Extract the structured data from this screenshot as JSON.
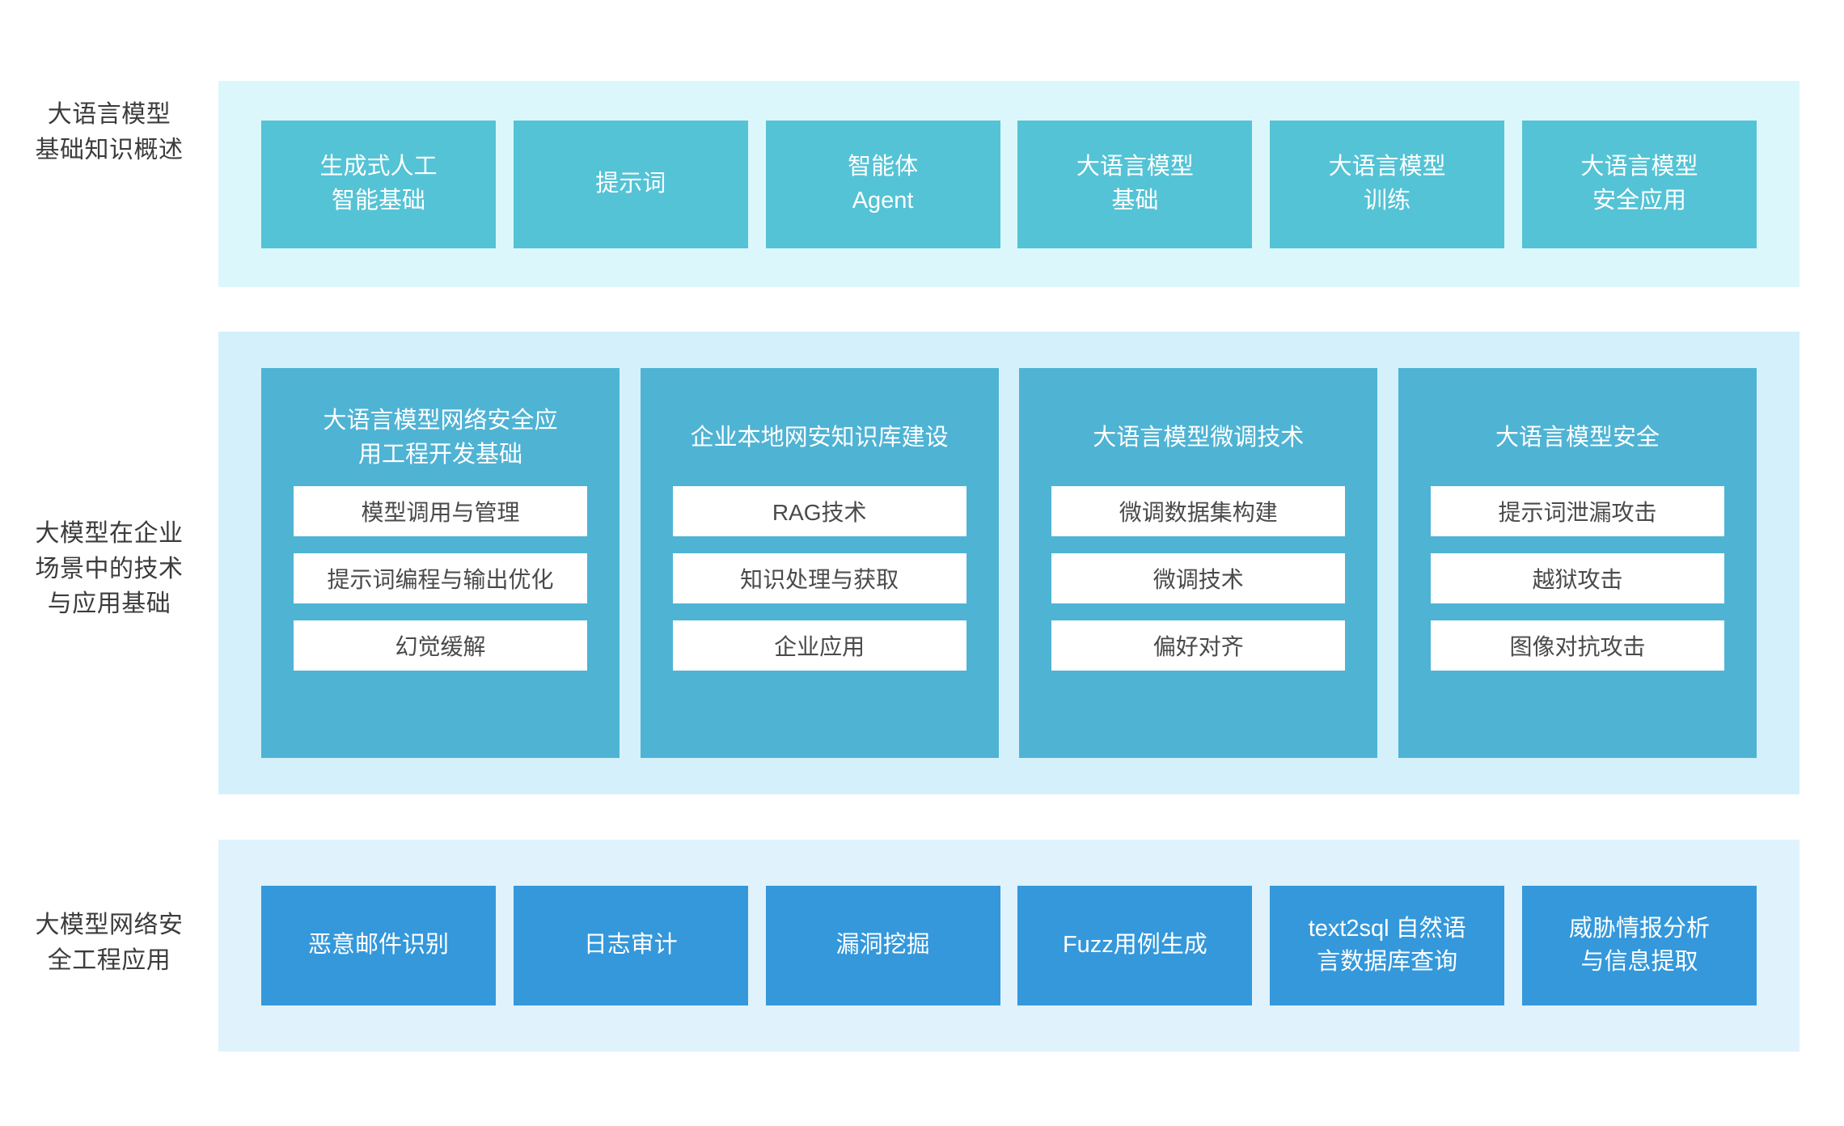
{
  "colors": {
    "band1_bg": "#dcf7fb",
    "band2_bg": "#d4f1fb",
    "band3_bg": "#e0f2fc",
    "top_card": "#54c3d5",
    "pillar": "#4fb3d4",
    "app_card": "#3498db",
    "sub_item": "#ffffff",
    "label_text": "#3c3c3c"
  },
  "rows": [
    {
      "label": "大语言模型\n基础知识概述",
      "cards": [
        {
          "text": "生成式人工\n智能基础"
        },
        {
          "text": "提示词"
        },
        {
          "text": "智能体\nAgent"
        },
        {
          "text": "大语言模型\n基础"
        },
        {
          "text": "大语言模型\n训练"
        },
        {
          "text": "大语言模型\n安全应用"
        }
      ]
    },
    {
      "label": "大模型在企业\n场景中的技术\n与应用基础",
      "pillars": [
        {
          "title": "大语言模型网络安全应\n用工程开发基础",
          "items": [
            "模型调用与管理",
            "提示词编程与输出优化",
            "幻觉缓解"
          ]
        },
        {
          "title": "企业本地网安知识库建设",
          "items": [
            "RAG技术",
            "知识处理与获取",
            "企业应用"
          ]
        },
        {
          "title": "大语言模型微调技术",
          "items": [
            "微调数据集构建",
            "微调技术",
            "偏好对齐"
          ]
        },
        {
          "title": "大语言模型安全",
          "items": [
            "提示词泄漏攻击",
            "越狱攻击",
            "图像对抗攻击"
          ]
        }
      ]
    },
    {
      "label": "大模型网络安\n全工程应用",
      "cards": [
        {
          "text": "恶意邮件识别"
        },
        {
          "text": "日志审计"
        },
        {
          "text": "漏洞挖掘"
        },
        {
          "text": "Fuzz用例生成"
        },
        {
          "text": "text2sql 自然语\n言数据库查询"
        },
        {
          "text": "威胁情报分析\n与信息提取"
        }
      ]
    }
  ]
}
